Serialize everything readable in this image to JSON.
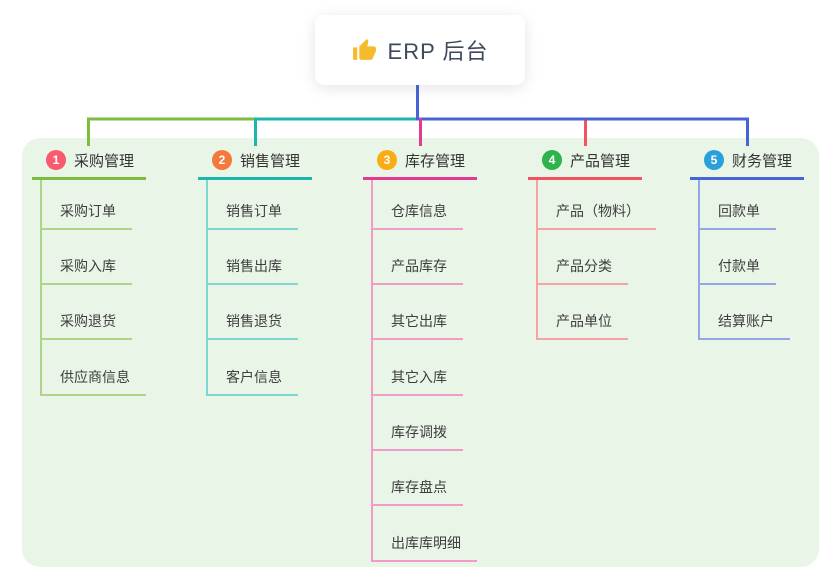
{
  "canvas": {
    "page_bg": "#ffffff",
    "panel_bg": "#e9f6e7",
    "card_bg": "#ffffff",
    "root_text_color": "#3d4a5c",
    "heading_text_color": "#333333",
    "child_text_color": "#3e3e3e",
    "icon_color": "#f6bb2a"
  },
  "root": {
    "icon": "thumbs-up-icon",
    "title": "ERP 后台",
    "line_color": "#4565d6"
  },
  "branches": [
    {
      "index": "1",
      "label": "采购管理",
      "badge_color": "#f85a6e",
      "line_color": "#7cbc3f",
      "child_line_color": "#aed489",
      "children": [
        "采购订单",
        "采购入库",
        "采购退货",
        "供应商信息"
      ]
    },
    {
      "index": "2",
      "label": "销售管理",
      "badge_color": "#f5793d",
      "line_color": "#1db6ae",
      "child_line_color": "#7ed7d1",
      "children": [
        "销售订单",
        "销售出库",
        "销售退货",
        "客户信息"
      ]
    },
    {
      "index": "3",
      "label": "库存管理",
      "badge_color": "#f9ac16",
      "line_color": "#e23a92",
      "child_line_color": "#f29bc9",
      "children": [
        "仓库信息",
        "产品库存",
        "其它出库",
        "其它入库",
        "库存调拨",
        "库存盘点",
        "出库库明细"
      ]
    },
    {
      "index": "4",
      "label": "产品管理",
      "badge_color": "#2fb34c",
      "line_color": "#f2545f",
      "child_line_color": "#f9a2a6",
      "children": [
        "产品（物料）",
        "产品分类",
        "产品单位"
      ]
    },
    {
      "index": "5",
      "label": "财务管理",
      "badge_color": "#2aa0da",
      "line_color": "#4565d6",
      "child_line_color": "#93a7e6",
      "children": [
        "回款单",
        "付款单",
        "结算账户"
      ]
    }
  ]
}
